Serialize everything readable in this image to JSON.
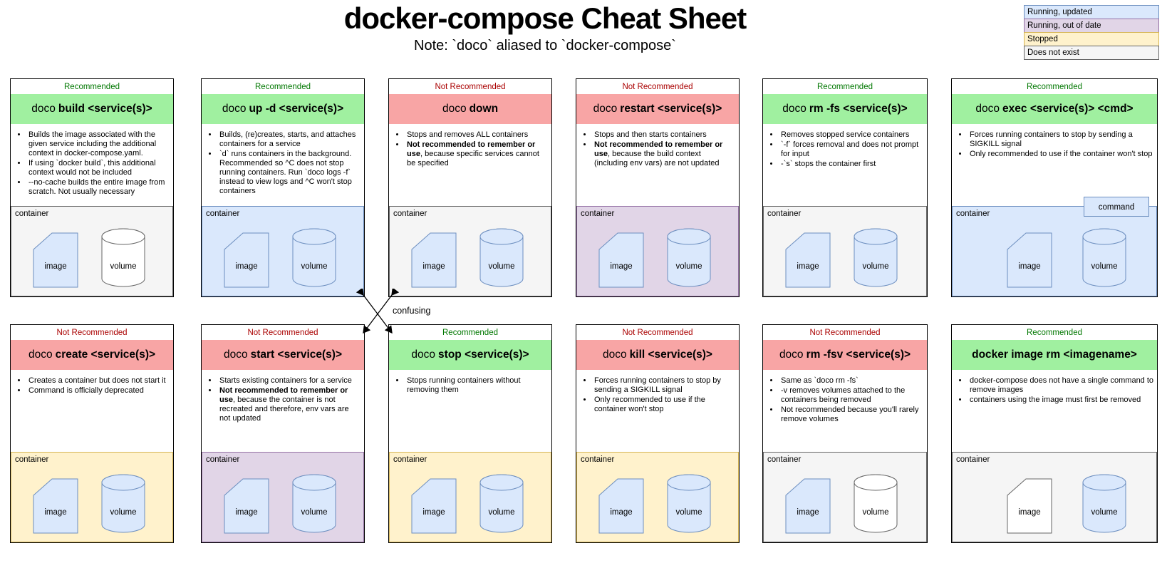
{
  "page": {
    "title": "docker-compose Cheat Sheet",
    "subtitle": "Note: `doco` aliased to `docker-compose`"
  },
  "legend": {
    "items": [
      {
        "label": "Running, updated",
        "state": "running_updated"
      },
      {
        "label": "Running, out of date",
        "state": "running_outdated"
      },
      {
        "label": "Stopped",
        "state": "stopped"
      },
      {
        "label": "Does not exist",
        "state": "missing"
      }
    ]
  },
  "annotation": {
    "label": "confusing"
  },
  "colors": {
    "running_updated": {
      "fill": "#dae8fc",
      "stroke": "#6c8ebf"
    },
    "running_outdated": {
      "fill": "#e1d5e7",
      "stroke": "#9673a6"
    },
    "stopped": {
      "fill": "#fff2cc",
      "stroke": "#d6b656"
    },
    "missing": {
      "fill": "#f5f5f5",
      "stroke": "#666666"
    },
    "missing_shape": {
      "fill": "#ffffff",
      "stroke": "#666666"
    },
    "recommended_header": "#a0f0a0",
    "not_recommended_header": "#f8a5a5",
    "recommended_text": "#007700",
    "not_recommended_text": "#aa0000"
  },
  "cards": [
    {
      "badge": "Recommended",
      "recommended": true,
      "title_prefix": "doco",
      "title_bold": "build <service(s)>",
      "bullets": [
        [
          {
            "text": "Builds the image associated with the given service including the additional context in docker-compose.yaml.",
            "bold": false
          }
        ],
        [
          {
            "text": "If using `docker build`, this additional context would not be included",
            "bold": false
          }
        ],
        [
          {
            "text": "--no-cache builds the entire image from scratch. Not usually necessary",
            "bold": false
          }
        ]
      ],
      "container": {
        "label": "container",
        "state": "missing",
        "image": {
          "label": "image",
          "state": "running_updated"
        },
        "volume": {
          "label": "volume",
          "state": "missing_shape"
        },
        "command": null
      }
    },
    {
      "badge": "Recommended",
      "recommended": true,
      "title_prefix": "doco",
      "title_bold": "up -d <service(s)>",
      "bullets": [
        [
          {
            "text": "Builds, (re)creates, starts, and attaches containers for a service",
            "bold": false
          }
        ],
        [
          {
            "text": "`d` runs containers in the background. Recommended so ^C does not stop running containers. Run `doco logs -f` instead to view logs and ^C won't stop containers",
            "bold": false
          }
        ]
      ],
      "container": {
        "label": "container",
        "state": "running_updated",
        "image": {
          "label": "image",
          "state": "running_updated"
        },
        "volume": {
          "label": "volume",
          "state": "running_updated"
        },
        "command": null
      }
    },
    {
      "badge": "Not Recommended",
      "recommended": false,
      "title_prefix": "doco",
      "title_bold": "down",
      "bullets": [
        [
          {
            "text": "Stops and removes ALL containers",
            "bold": false
          }
        ],
        [
          {
            "text": "Not recommended to remember or use",
            "bold": true
          },
          {
            "text": ", because specific services cannot be specified",
            "bold": false
          }
        ]
      ],
      "container": {
        "label": "container",
        "state": "missing",
        "image": {
          "label": "image",
          "state": "running_updated"
        },
        "volume": {
          "label": "volume",
          "state": "running_updated"
        },
        "command": null
      }
    },
    {
      "badge": "Not Recommended",
      "recommended": false,
      "title_prefix": "doco",
      "title_bold": "restart <service(s)>",
      "bullets": [
        [
          {
            "text": "Stops and then starts containers",
            "bold": false
          }
        ],
        [
          {
            "text": "Not recommended to remember or use",
            "bold": true
          },
          {
            "text": ", because the build context (including env vars) are not updated",
            "bold": false
          }
        ]
      ],
      "container": {
        "label": "container",
        "state": "running_outdated",
        "image": {
          "label": "image",
          "state": "running_updated"
        },
        "volume": {
          "label": "volume",
          "state": "running_updated"
        },
        "command": null
      }
    },
    {
      "badge": "Recommended",
      "recommended": true,
      "title_prefix": "doco",
      "title_bold": "rm -fs <service(s)>",
      "bullets": [
        [
          {
            "text": "Removes stopped service containers",
            "bold": false
          }
        ],
        [
          {
            "text": "`-f` forces removal and does not prompt for input",
            "bold": false
          }
        ],
        [
          {
            "text": "-`s` stops the container first",
            "bold": false
          }
        ]
      ],
      "container": {
        "label": "container",
        "state": "missing",
        "image": {
          "label": "image",
          "state": "running_updated"
        },
        "volume": {
          "label": "volume",
          "state": "running_updated"
        },
        "command": null
      }
    },
    {
      "badge": "Recommended",
      "recommended": true,
      "title_prefix": "doco",
      "title_bold": "exec <service(s)> <cmd>",
      "bullets": [
        [
          {
            "text": "Forces running containers to stop by sending a SIGKILL signal",
            "bold": false
          }
        ],
        [
          {
            "text": "Only recommended to use if the container won't stop",
            "bold": false
          }
        ]
      ],
      "container": {
        "label": "container",
        "state": "running_updated",
        "image": {
          "label": "image",
          "state": "running_updated"
        },
        "volume": {
          "label": "volume",
          "state": "running_updated"
        },
        "command": {
          "label": "command",
          "state": "running_updated"
        }
      }
    },
    {
      "badge": "Not Recommended",
      "recommended": false,
      "title_prefix": "doco",
      "title_bold": "create <service(s)>",
      "bullets": [
        [
          {
            "text": "Creates a container but does not start it",
            "bold": false
          }
        ],
        [
          {
            "text": "Command is officially deprecated",
            "bold": false
          }
        ]
      ],
      "container": {
        "label": "container",
        "state": "stopped",
        "image": {
          "label": "image",
          "state": "running_updated"
        },
        "volume": {
          "label": "volume",
          "state": "running_updated"
        },
        "command": null
      }
    },
    {
      "badge": "Not Recommended",
      "recommended": false,
      "title_prefix": "doco",
      "title_bold": "start <service(s)>",
      "bullets": [
        [
          {
            "text": "Starts existing containers for a service",
            "bold": false
          }
        ],
        [
          {
            "text": "Not recommended to remember or use",
            "bold": true
          },
          {
            "text": ", because the container is not recreated and therefore, env vars are not updated",
            "bold": false
          }
        ]
      ],
      "container": {
        "label": "container",
        "state": "running_outdated",
        "image": {
          "label": "image",
          "state": "running_updated"
        },
        "volume": {
          "label": "volume",
          "state": "running_updated"
        },
        "command": null
      }
    },
    {
      "badge": "Recommended",
      "recommended": true,
      "title_prefix": "doco",
      "title_bold": "stop <service(s)>",
      "bullets": [
        [
          {
            "text": "Stops running containers without removing them",
            "bold": false
          }
        ]
      ],
      "container": {
        "label": "container",
        "state": "stopped",
        "image": {
          "label": "image",
          "state": "running_updated"
        },
        "volume": {
          "label": "volume",
          "state": "running_updated"
        },
        "command": null
      }
    },
    {
      "badge": "Not Recommended",
      "recommended": false,
      "title_prefix": "doco",
      "title_bold": "kill <service(s)>",
      "bullets": [
        [
          {
            "text": "Forces running containers to stop by sending a SIGKILL signal",
            "bold": false
          }
        ],
        [
          {
            "text": "Only recommended to use if the container won't stop",
            "bold": false
          }
        ]
      ],
      "container": {
        "label": "container",
        "state": "stopped",
        "image": {
          "label": "image",
          "state": "running_updated"
        },
        "volume": {
          "label": "volume",
          "state": "running_updated"
        },
        "command": null
      }
    },
    {
      "badge": "Not Recommended",
      "recommended": false,
      "title_prefix": "doco",
      "title_bold": "rm -fsv <service(s)>",
      "bullets": [
        [
          {
            "text": "Same as `doco rm -fs`",
            "bold": false
          }
        ],
        [
          {
            "text": "-v removes volumes attached to the containers being removed",
            "bold": false
          }
        ],
        [
          {
            "text": "Not recommended because you'll rarely remove volumes",
            "bold": false
          }
        ]
      ],
      "container": {
        "label": "container",
        "state": "missing",
        "image": {
          "label": "image",
          "state": "running_updated"
        },
        "volume": {
          "label": "volume",
          "state": "missing_shape"
        },
        "command": null
      }
    },
    {
      "badge": "Recommended",
      "recommended": true,
      "title_prefix": "",
      "title_bold": "docker image rm <imagename>",
      "bullets": [
        [
          {
            "text": "docker-compose does not have a single command to remove images",
            "bold": false
          }
        ],
        [
          {
            "text": "containers using the image must first be removed",
            "bold": false
          }
        ]
      ],
      "container": {
        "label": "container",
        "state": "missing",
        "image": {
          "label": "image",
          "state": "missing_shape"
        },
        "volume": {
          "label": "volume",
          "state": "running_updated"
        },
        "command": null
      }
    }
  ]
}
